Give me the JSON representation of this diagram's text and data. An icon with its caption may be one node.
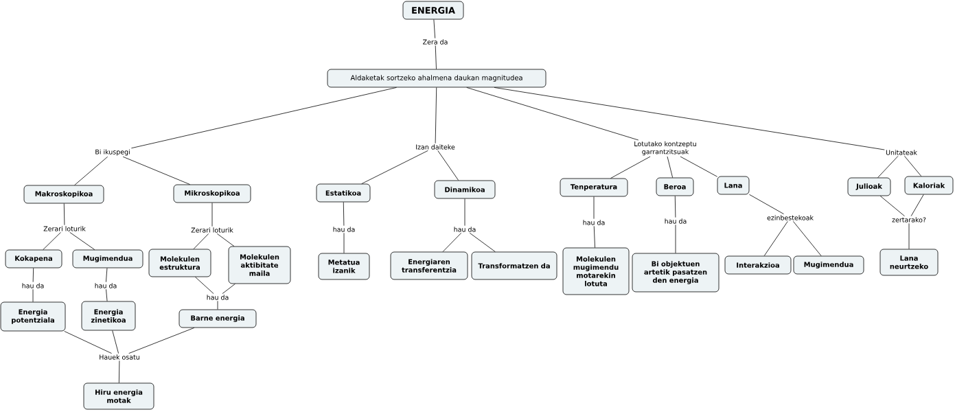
{
  "diagram": {
    "nodes": [
      {
        "text": [
          "ENERGIA"
        ]
      },
      {
        "text": [
          "Zera da"
        ]
      },
      {
        "text": [
          "Aldaketak sortzeko ahalmena daukan magnitudea"
        ]
      },
      {
        "text": [
          "Bi ikuspegi"
        ]
      },
      {
        "text": [
          "Izan daiteke"
        ]
      },
      {
        "text": [
          "Lotutako kontzeptu garrantzitsuak"
        ]
      },
      {
        "text": [
          "Unitateak"
        ]
      },
      {
        "text": [
          "Makroskopikoa"
        ]
      },
      {
        "text": [
          "Mikroskopikoa"
        ]
      },
      {
        "text": [
          "Estatikoa"
        ]
      },
      {
        "text": [
          "Dinamikoa"
        ]
      },
      {
        "text": [
          "Tenperatura"
        ]
      },
      {
        "text": [
          "Beroa"
        ]
      },
      {
        "text": [
          "Lana"
        ]
      },
      {
        "text": [
          "Julioak"
        ]
      },
      {
        "text": [
          "Kaloriak"
        ]
      },
      {
        "text": [
          "Zerari loturik"
        ]
      },
      {
        "text": [
          "Zerari loturik"
        ]
      },
      {
        "text": [
          "hau da"
        ]
      },
      {
        "text": [
          "hau da"
        ]
      },
      {
        "text": [
          "hau da"
        ]
      },
      {
        "text": [
          "hau da"
        ]
      },
      {
        "text": [
          "ezinbestekoak"
        ]
      },
      {
        "text": [
          "zertarako?"
        ]
      },
      {
        "text": [
          "Kokapena"
        ]
      },
      {
        "text": [
          "Mugimendua"
        ]
      },
      {
        "text": [
          "Molekulen estruktura"
        ]
      },
      {
        "text": [
          "Molekulen aktibitate maila"
        ]
      },
      {
        "text": [
          "Metatua izanik"
        ]
      },
      {
        "text": [
          "Energiaren transferentzia"
        ]
      },
      {
        "text": [
          "Transformatzen da"
        ]
      },
      {
        "text": [
          "Molekulen mugimendu motarekin lotuta"
        ]
      },
      {
        "text": [
          "Bi objektuen artetik pasatzen den energia"
        ]
      },
      {
        "text": [
          "Interakzioa"
        ]
      },
      {
        "text": [
          "Mugimendua"
        ]
      },
      {
        "text": [
          "Lana neurtzeko"
        ]
      },
      {
        "text": [
          "hau da"
        ]
      },
      {
        "text": [
          "hau da"
        ]
      },
      {
        "text": [
          "hau da"
        ]
      },
      {
        "text": [
          "Energia potentziala"
        ]
      },
      {
        "text": [
          "Energia zinetikoa"
        ]
      },
      {
        "text": [
          "Barne energia"
        ]
      },
      {
        "text": [
          "Hauek osatu"
        ]
      },
      {
        "text": [
          "Hiru energia motak"
        ]
      }
    ],
    "edges": [
      {
        "from": 0,
        "to": 1,
        "arrow": "none"
      },
      {
        "from": 1,
        "to": 2,
        "arrow": "none"
      },
      {
        "from": 2,
        "to": 3,
        "arrow": "none"
      },
      {
        "from": 2,
        "to": 4,
        "arrow": "none"
      },
      {
        "from": 2,
        "to": 5,
        "arrow": "none"
      },
      {
        "from": 2,
        "to": 6,
        "arrow": "none"
      },
      {
        "from": 3,
        "to": 7,
        "arrow": "none"
      },
      {
        "from": 3,
        "to": 8,
        "arrow": "none"
      },
      {
        "from": 4,
        "to": 9,
        "arrow": "none"
      },
      {
        "from": 4,
        "to": 10,
        "arrow": "none"
      },
      {
        "from": 5,
        "to": 11,
        "arrow": "none"
      },
      {
        "from": 5,
        "to": 12,
        "arrow": "none"
      },
      {
        "from": 5,
        "to": 13,
        "arrow": "none"
      },
      {
        "from": 6,
        "to": 14,
        "arrow": "none"
      },
      {
        "from": 6,
        "to": 15,
        "arrow": "none"
      },
      {
        "from": 7,
        "to": 16,
        "arrow": "none"
      },
      {
        "from": 8,
        "to": 17,
        "arrow": "none"
      },
      {
        "from": 9,
        "to": 18,
        "arrow": "none"
      },
      {
        "from": 10,
        "to": 19,
        "arrow": "none"
      },
      {
        "from": 11,
        "to": 20,
        "arrow": "none"
      },
      {
        "from": 12,
        "to": 21,
        "arrow": "none"
      },
      {
        "from": 13,
        "to": 22,
        "arrow": "none"
      },
      {
        "from": 14,
        "to": 23,
        "arrow": "none"
      },
      {
        "from": 15,
        "to": 23,
        "arrow": "none"
      },
      {
        "from": 16,
        "to": 24,
        "arrow": "none"
      },
      {
        "from": 16,
        "to": 25,
        "arrow": "none"
      },
      {
        "from": 17,
        "to": 26,
        "arrow": "none"
      },
      {
        "from": 17,
        "to": 27,
        "arrow": "none"
      },
      {
        "from": 18,
        "to": 28,
        "arrow": "none"
      },
      {
        "from": 19,
        "to": 29,
        "arrow": "none"
      },
      {
        "from": 19,
        "to": 30,
        "arrow": "none"
      },
      {
        "from": 20,
        "to": 31,
        "arrow": "none"
      },
      {
        "from": 21,
        "to": 32,
        "arrow": "none"
      },
      {
        "from": 22,
        "to": 33,
        "arrow": "none"
      },
      {
        "from": 22,
        "to": 34,
        "arrow": "none"
      },
      {
        "from": 23,
        "to": 35,
        "arrow": "none"
      },
      {
        "from": 24,
        "to": 36,
        "arrow": "none"
      },
      {
        "from": 25,
        "to": 37,
        "arrow": "none"
      },
      {
        "from": 26,
        "to": 38,
        "arrow": "none"
      },
      {
        "from": 27,
        "to": 38,
        "arrow": "none"
      },
      {
        "from": 36,
        "to": 39,
        "arrow": "none"
      },
      {
        "from": 37,
        "to": 40,
        "arrow": "none"
      },
      {
        "from": 38,
        "to": 41,
        "arrow": "none"
      },
      {
        "from": 39,
        "to": 42,
        "arrow": "none"
      },
      {
        "from": 40,
        "to": 42,
        "arrow": "none"
      },
      {
        "from": 41,
        "to": 42,
        "arrow": "none"
      },
      {
        "from": 42,
        "to": 43,
        "arrow": "none"
      }
    ]
  }
}
